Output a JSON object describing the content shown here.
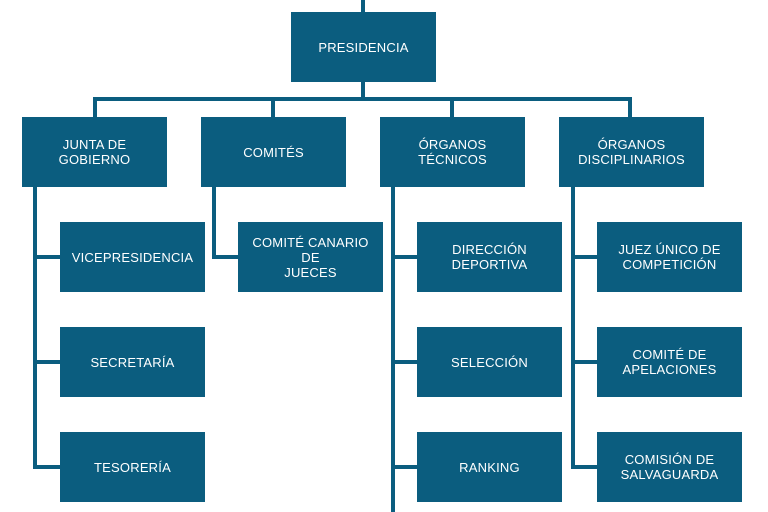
{
  "colors": {
    "box": "#0b5d7f",
    "line": "#0b5d7f",
    "text": "#ffffff"
  },
  "nodes": {
    "presidencia": "PRESIDENCIA",
    "junta": "JUNTA DE GOBIERNO",
    "comites": "COMITÉS",
    "organos_tecnicos": "ÓRGANOS TÉCNICOS",
    "organos_disciplinarios": "ÓRGANOS\nDISCIPLINARIOS",
    "vicepresidencia": "VICEPRESIDENCIA",
    "secretaria": "SECRETARÍA",
    "tesoreria": "TESORERÍA",
    "comite_canario": "COMITÉ CANARIO DE\nJUECES",
    "direccion_deportiva": "DIRECCIÓN\nDEPORTIVA",
    "seleccion": "SELECCIÓN",
    "ranking": "RANKING",
    "juez_unico": "JUEZ ÚNICO DE\nCOMPETICIÓN",
    "comite_apelaciones": "COMITÉ DE\nAPELACIONES",
    "comision_salvaguarda": "COMISIÓN DE\nSALVAGUARDA"
  }
}
